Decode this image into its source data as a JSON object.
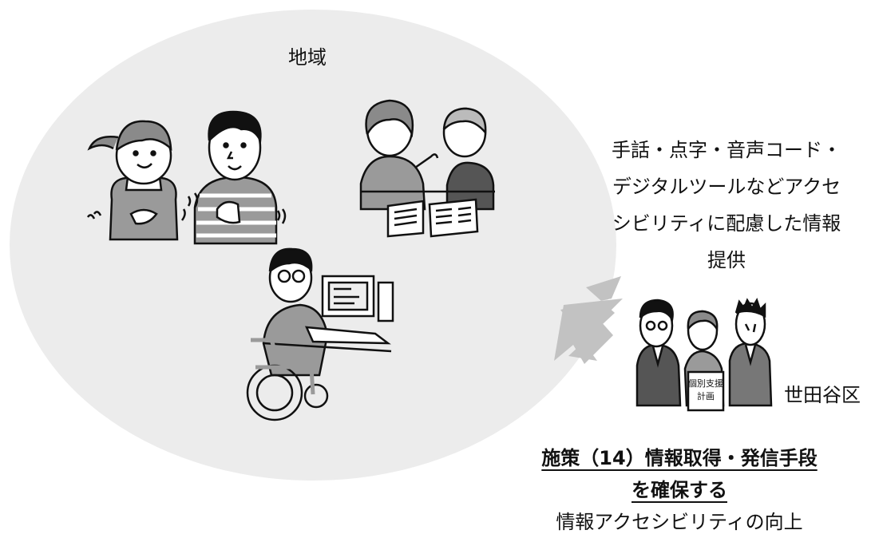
{
  "diagram": {
    "region_label": "地域",
    "info_provision_lines": [
      "手話・点字・音声コード・",
      "デジタルツールなどアクセ",
      "シビリティに配慮した情報",
      "提供"
    ],
    "ward_label": "世田谷区",
    "document_text": [
      "個別支援",
      "計画"
    ],
    "policy_title_lines": [
      "施策（14）情報取得・発信手段",
      "を確保する"
    ],
    "policy_subtitle": "情報アクセシビリティの向上"
  },
  "colors": {
    "region_fill": "#ececec",
    "arrow_fill": "#c2c2c2",
    "illustration_gray": "#9a9a9a"
  },
  "icons": [
    "girl-signing-icon",
    "boy-signing-icon",
    "reading-pair-icon",
    "wheelchair-computer-user-icon",
    "ward-staff-group-icon",
    "arrow-icon"
  ]
}
